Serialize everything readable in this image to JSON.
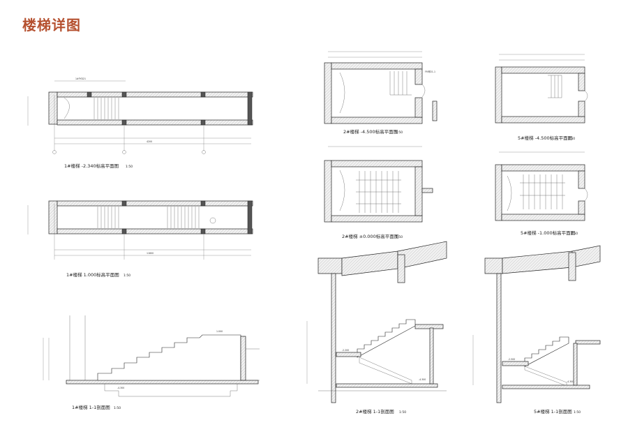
{
  "page_title": "楼梯详图",
  "drawings": {
    "p1": {
      "title": "1#楼梯 -2.340标高平面图",
      "scale": "1:50"
    },
    "p2": {
      "title": "1#楼梯 1.000标高平面图",
      "scale": "1:50"
    },
    "s1": {
      "title": "1#楼梯 1-1剖面图",
      "scale": "1:50"
    },
    "p3": {
      "title": "2#楼梯 -4.500标高平面图",
      "scale": "1:50"
    },
    "p4": {
      "title": "2#楼梯 ±0.000标高平面图",
      "scale": "1:50"
    },
    "s2": {
      "title": "2#楼梯 1-1剖面图",
      "scale": "1:50"
    },
    "p5": {
      "title": "5#楼梯 -4.500标高平面图",
      "scale": "1:50"
    },
    "p6": {
      "title": "5#楼梯 -1.000标高平面图",
      "scale": "1:50"
    },
    "s3": {
      "title": "5#楼梯 1-1剖面图",
      "scale": "1:50"
    }
  }
}
